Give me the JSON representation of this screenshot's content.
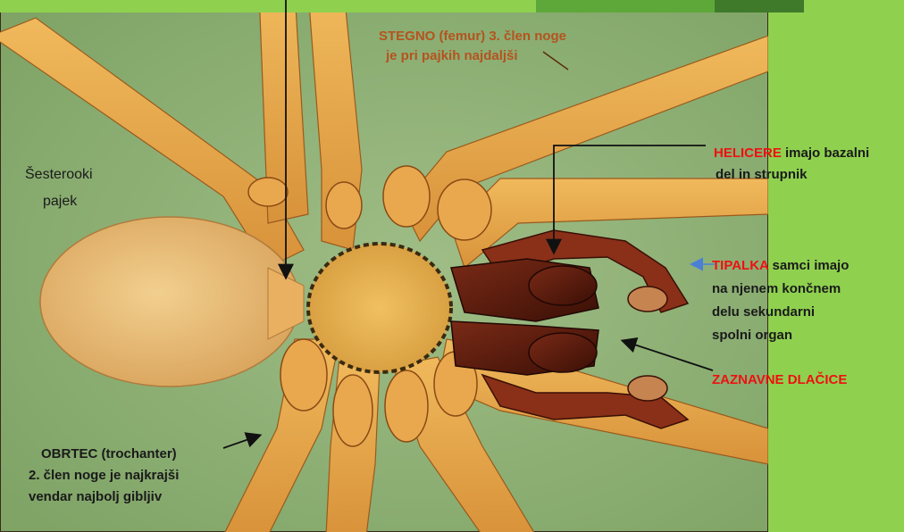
{
  "species": {
    "line1": "Šesterooki",
    "line2": "pajek"
  },
  "labels": {
    "stegno": {
      "line1": "STEGNO (femur) 3. člen noge",
      "line2": "je pri pajkih najdaljši"
    },
    "helicere": {
      "term": "HELICERE",
      "rest": " imajo bazalni",
      "line2": "del in strupnik"
    },
    "tipalka": {
      "term": "TIPALKA",
      "rest": " samci imajo",
      "line2": "na njenem končnem",
      "line3": "delu sekundarni",
      "line4": "spolni organ"
    },
    "zaznavne": {
      "text": "ZAZNAVNE DLAČICE"
    },
    "obrtec": {
      "line1": "OBRTEC (trochanter)",
      "line2": "2. člen noge je najkrajši",
      "line3": "vendar najbolj gibljiv"
    }
  },
  "colors": {
    "background_green": "#8fd14f",
    "photo_background": "#8cae72",
    "leg": "#e2a24a",
    "chelicerae": "#5a1f10",
    "label_brown": "#b5531f",
    "label_red": "#ee1111",
    "arrow_blue": "#4a7fd6"
  }
}
